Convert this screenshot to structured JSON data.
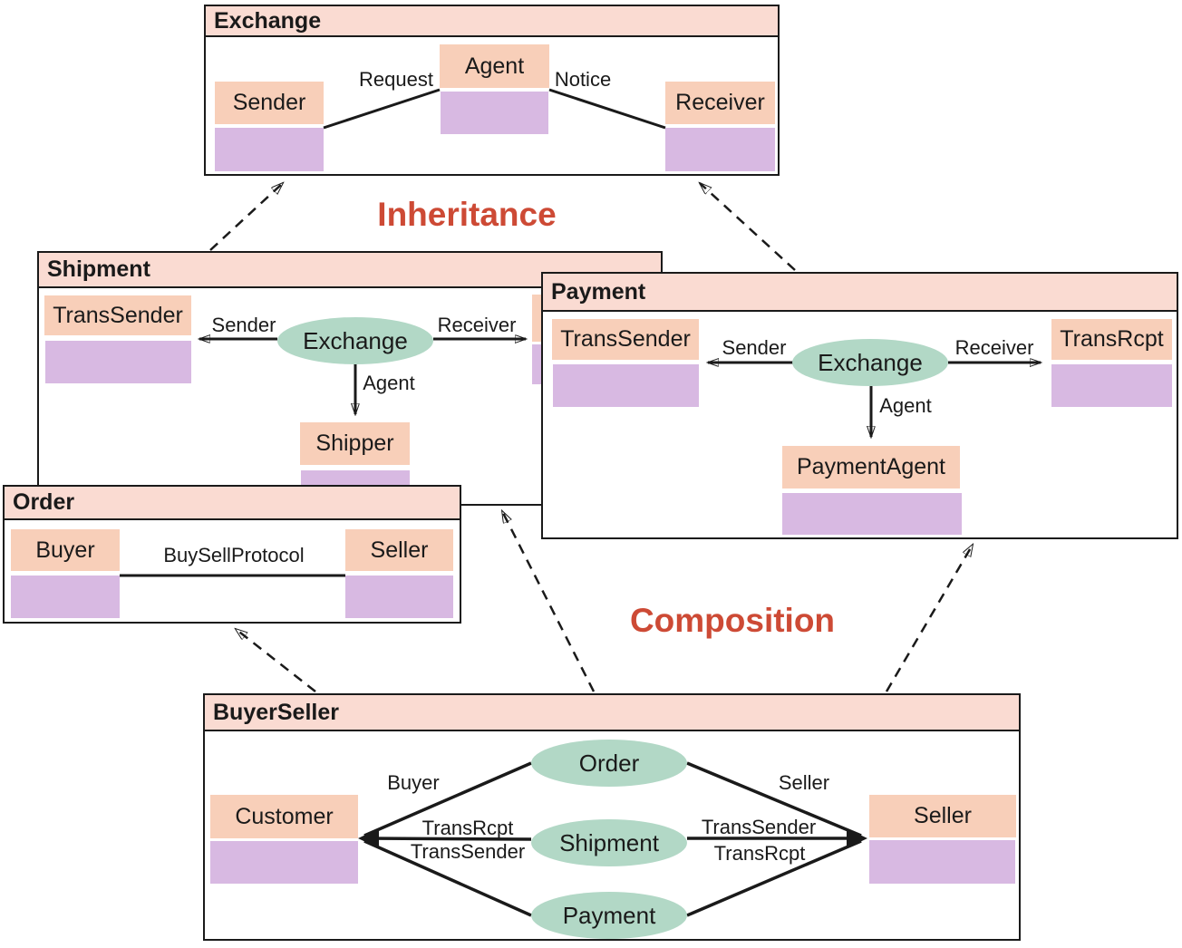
{
  "section_labels": {
    "inheritance": "Inheritance",
    "composition": "Composition"
  },
  "colors": {
    "frame_header": "#fadbd2",
    "role_box": "#f8cfb9",
    "slot_box": "#d8b9e2",
    "protocol_ellipse": "#b2d8c6",
    "section_text": "#cd4a35",
    "line": "#1a1a1a"
  },
  "frames": {
    "exchange": {
      "title": "Exchange",
      "roles": {
        "sender": "Sender",
        "agent": "Agent",
        "receiver": "Receiver"
      },
      "edge_labels": {
        "request": "Request",
        "notice": "Notice"
      }
    },
    "shipment": {
      "title": "Shipment",
      "ellipse": "Exchange",
      "roles": {
        "trans_sender": "TransSender",
        "shipper": "Shipper"
      },
      "edge_labels": {
        "sender": "Sender",
        "receiver": "Receiver",
        "agent": "Agent"
      }
    },
    "payment": {
      "title": "Payment",
      "ellipse": "Exchange",
      "roles": {
        "trans_sender": "TransSender",
        "trans_rcpt": "TransRcpt",
        "payment_agent": "PaymentAgent"
      },
      "edge_labels": {
        "sender": "Sender",
        "receiver": "Receiver",
        "agent": "Agent"
      }
    },
    "order": {
      "title": "Order",
      "roles": {
        "buyer": "Buyer",
        "seller": "Seller"
      },
      "edge_labels": {
        "protocol": "BuySellProtocol"
      }
    },
    "buyer_seller": {
      "title": "BuyerSeller",
      "ellipses": {
        "order": "Order",
        "shipment": "Shipment",
        "payment": "Payment"
      },
      "roles": {
        "customer": "Customer",
        "seller": "Seller"
      },
      "edge_labels": {
        "buyer": "Buyer",
        "seller": "Seller",
        "left_top": "TransRcpt",
        "left_bottom": "TransSender",
        "right_top": "TransSender",
        "right_bottom": "TransRcpt"
      }
    }
  }
}
